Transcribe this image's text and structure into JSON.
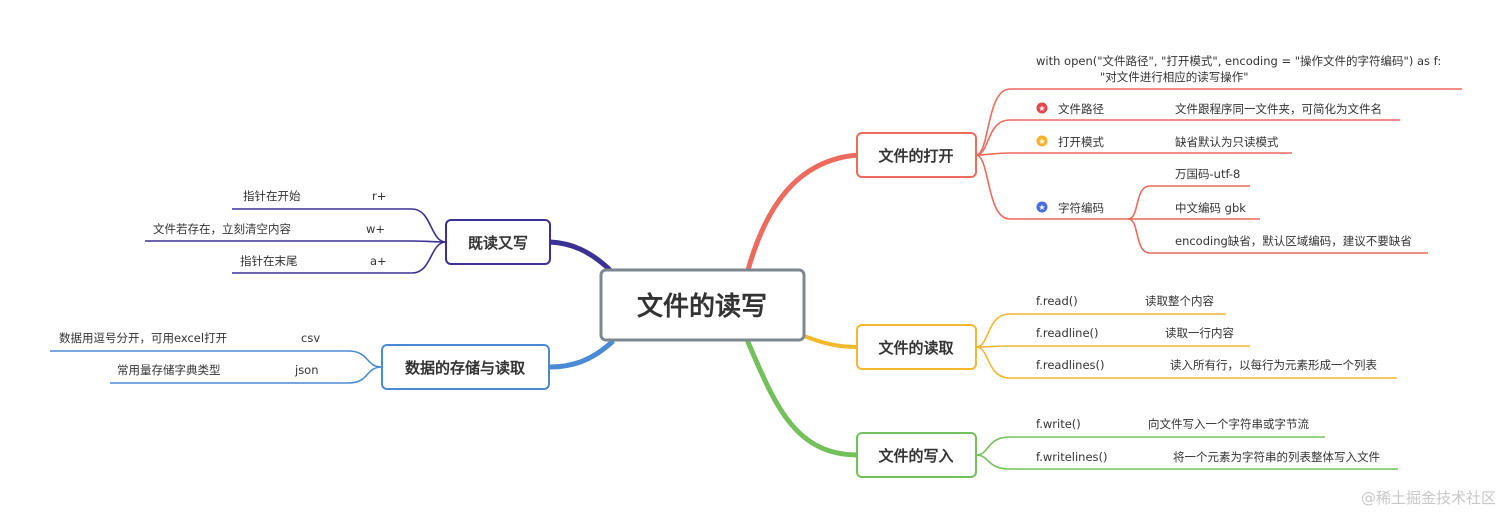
{
  "center": {
    "label": "文件的读写"
  },
  "colors": {
    "open": "#ec6b5d",
    "read": "#f2b92e",
    "write": "#74c05a",
    "rw": "#3b3093",
    "storage": "#4a8ad4",
    "center_border": "#7d8790",
    "icon_red": "#e0474c",
    "icon_yellow": "#f4b32b",
    "icon_blue": "#4a6ee0"
  },
  "open": {
    "label": "文件的打开",
    "syntax_line1": "with open(\"文件路径\", \"打开模式\", encoding = \"操作文件的字符编码\") as f:",
    "syntax_line2": "\"对文件进行相应的读写操作\"",
    "path": {
      "icon": "star-icon",
      "label": "文件路径",
      "desc": "文件跟程序同一文件夹，可简化为文件名"
    },
    "mode": {
      "icon": "star-icon",
      "label": "打开模式",
      "desc": "缺省默认为只读模式"
    },
    "encoding": {
      "icon": "star-icon",
      "label": "字符编码",
      "items": [
        "万国码-utf-8",
        "中文编码 gbk",
        "encoding缺省，默认区域编码，建议不要缺省"
      ]
    }
  },
  "read": {
    "label": "文件的读取",
    "items": [
      {
        "fn": "f.read()",
        "desc": "读取整个内容"
      },
      {
        "fn": "f.readline()",
        "desc": "读取一行内容"
      },
      {
        "fn": "f.readlines()",
        "desc": "读入所有行，以每行为元素形成一个列表"
      }
    ]
  },
  "write": {
    "label": "文件的写入",
    "items": [
      {
        "fn": "f.write()",
        "desc": "向文件写入一个字符串或字节流"
      },
      {
        "fn": "f.writelines()",
        "desc": "将一个元素为字符串的列表整体写入文件"
      }
    ]
  },
  "rw": {
    "label": "既读又写",
    "items": [
      {
        "desc": "指针在开始",
        "mode": "r+"
      },
      {
        "desc": "文件若存在，立刻清空内容",
        "mode": "w+"
      },
      {
        "desc": "指针在末尾",
        "mode": "a+"
      }
    ]
  },
  "storage": {
    "label": "数据的存储与读取",
    "items": [
      {
        "desc": "数据用逗号分开，可用excel打开",
        "fmt": "csv"
      },
      {
        "desc": "常用量存储字典类型",
        "fmt": "json"
      }
    ]
  },
  "watermark": "@稀土掘金技术社区"
}
